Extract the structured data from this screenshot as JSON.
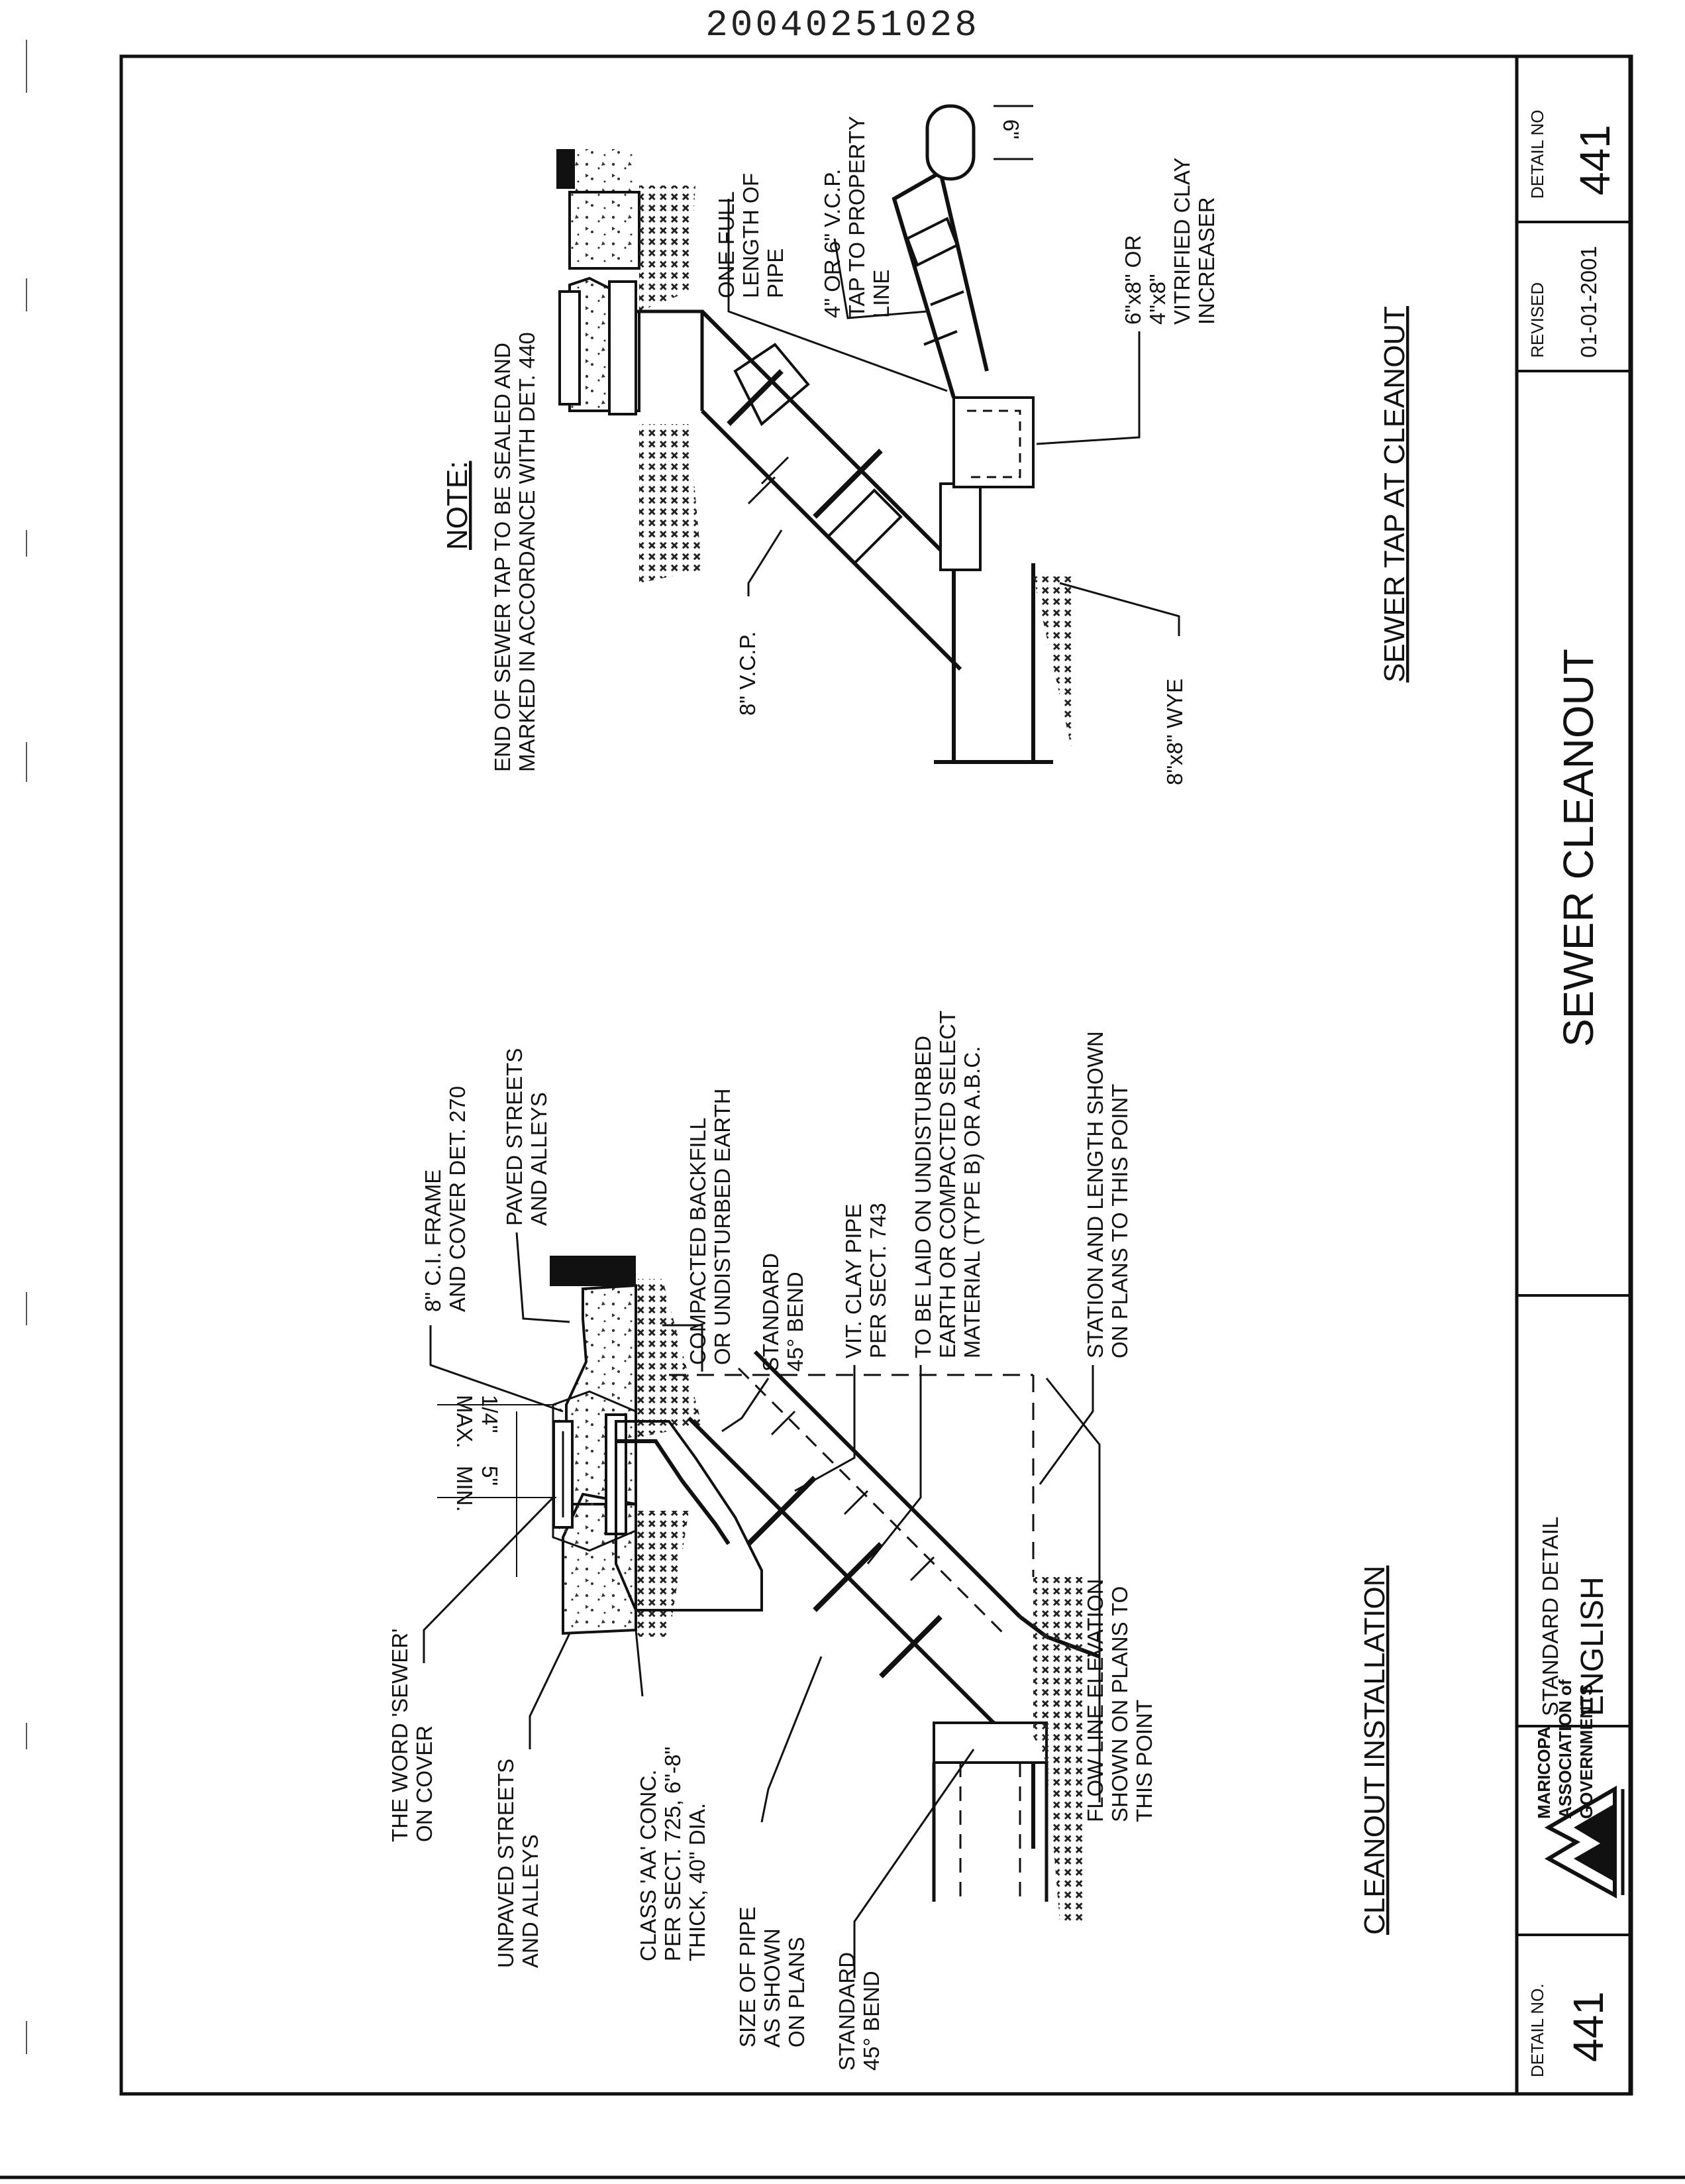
{
  "page_number": "20040251028",
  "title_block": {
    "detail_no_label": "DETAIL NO.",
    "detail_no": "441",
    "org_line1": "MARICOPA",
    "org_line2": "ASSOCIATION of",
    "org_line3": "GOVERNMENTS",
    "standard_detail": "STANDARD DETAIL",
    "units": "ENGLISH",
    "title": "SEWER CLEANOUT",
    "revised_label": "REVISED",
    "revised_date": "01-01-2001",
    "detail_no_label_right": "DETAIL NO",
    "detail_no_right": "441"
  },
  "cleanout": {
    "title": "CLEANOUT INSTALLATION",
    "labels": {
      "word_sewer_1": "THE WORD 'SEWER'",
      "word_sewer_2": "ON COVER",
      "unpaved_1": "UNPAVED STREETS",
      "unpaved_2": "AND ALLEYS",
      "class_aa_1": "CLASS 'AA' CONC.",
      "class_aa_2": "PER SECT. 725, 6\"-8\"",
      "class_aa_3": "THICK, 40\" DIA.",
      "size_pipe_1": "SIZE OF PIPE",
      "size_pipe_2": "AS SHOWN",
      "size_pipe_3": "ON PLANS",
      "std_bend_low_1": "STANDARD",
      "std_bend_low_2": "45° BEND",
      "flow_line_1": "FLOW LINE ELEVATION",
      "flow_line_2": "SHOWN ON PLANS TO",
      "flow_line_3": "THIS POINT",
      "frame_1": "8\" C.I. FRAME",
      "frame_2": "AND COVER DET. 270",
      "paved_1": "PAVED STREETS",
      "paved_2": "AND ALLEYS",
      "backfill_1": "COMPACTED BACKFILL",
      "backfill_2": "OR UNDISTURBED EARTH",
      "std_bend_up_1": "STANDARD",
      "std_bend_up_2": "45° BEND",
      "vit_clay_1": "VIT. CLAY PIPE",
      "vit_clay_2": "PER SECT. 743",
      "laid_1": "TO BE LAID ON UNDISTURBED",
      "laid_2": "EARTH OR COMPACTED SELECT",
      "laid_3": "MATERIAL (TYPE B) OR A.B.C.",
      "station_1": "STATION AND LENGTH SHOWN",
      "station_2": "ON PLANS TO THIS POINT",
      "dim_5_val": "5\"",
      "dim_5_sub": "MIN.",
      "dim_q_val": "1/4\"",
      "dim_q_sub": "MAX."
    }
  },
  "sewer_tap": {
    "title": "SEWER TAP AT CLEANOUT",
    "note_title": "NOTE:",
    "note_1": "END OF SEWER TAP TO BE SEALED AND",
    "note_2": "MARKED IN ACCORDANCE WITH DET. 440",
    "labels": {
      "vcp_8": "8\" V.C.P.",
      "wye": "8\"x8\" WYE",
      "full_length_1": "ONE FULL",
      "full_length_2": "LENGTH OF",
      "full_length_3": "PIPE",
      "tap_1": "4\" OR 6\" V.C.P.",
      "tap_2": "TAP TO PROPERTY",
      "tap_3": "LINE",
      "increaser_1": "6\"x8\" OR",
      "increaser_2": "4\"x8\"",
      "increaser_3": "VITRIFIED CLAY",
      "increaser_4": "INCREASER",
      "dim_6": "6\""
    }
  }
}
